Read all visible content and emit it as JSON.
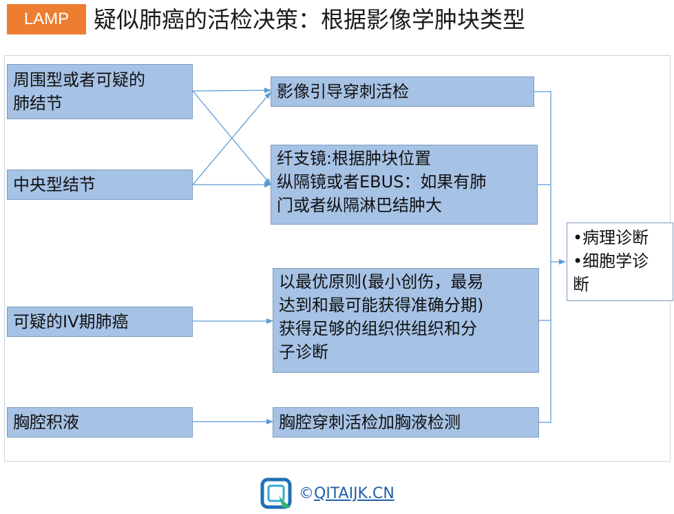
{
  "header": {
    "badge": "LAMP",
    "title": "疑似肺癌的活检决策：根据影像学肿块类型"
  },
  "left_boxes": [
    {
      "label": "周围型或者可疑的\n肺结节"
    },
    {
      "label": "中央型结节"
    },
    {
      "label": "可疑的IV期肺癌"
    },
    {
      "label": "胸腔积液"
    }
  ],
  "middle_boxes": [
    {
      "label": "影像引导穿刺活检"
    },
    {
      "label": "纤支镜:根据肿块位置\n纵隔镜或者EBUS：如果有肺\n门或者纵隔淋巴结肿大"
    },
    {
      "label": "以最优原则(最小创伤，最易\n达到和最可能获得准确分期)\n获得足够的组织供组织和分\n子诊断"
    },
    {
      "label": "胸腔穿刺活检加胸液检测"
    }
  ],
  "result": {
    "item1": "•病理诊断",
    "item2": "•细胞学诊",
    "item2_cont": "断"
  },
  "footer": {
    "copyright": "©",
    "domain": "QITAIJK.CN"
  },
  "colors": {
    "badge": "#ed7d31",
    "box_fill": "#a6c2e5",
    "box_border": "#7f9bbd",
    "arrow": "#5b9bd5"
  }
}
